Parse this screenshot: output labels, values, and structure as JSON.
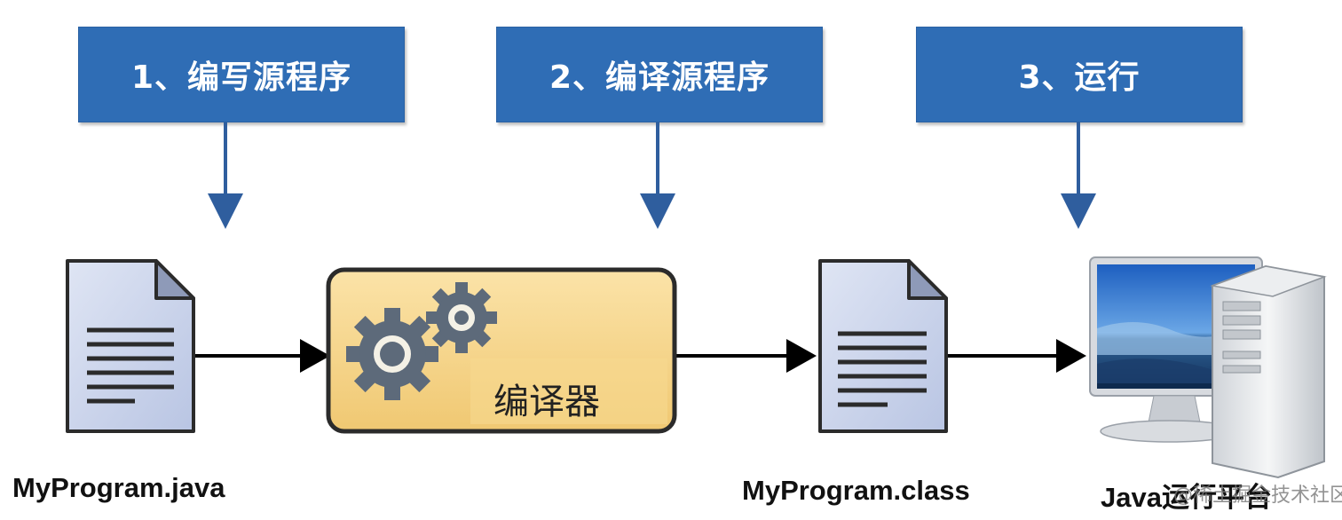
{
  "steps": [
    {
      "label": "1、编写源程序"
    },
    {
      "label": "2、编译源程序"
    },
    {
      "label": "3、运行"
    }
  ],
  "compiler": {
    "label": "编译器"
  },
  "files": {
    "source": "MyProgram.java",
    "bytecode": "MyProgram.class"
  },
  "platform": {
    "label": "Java运行平台"
  },
  "watermark": "@稀土掘金技术社区",
  "colors": {
    "step_box": "#2f6db5",
    "arrow_blue": "#2f5e9e",
    "compiler_fill": "#f5d48a",
    "document_fill": "#c9d3ea",
    "gear": "#5d6a7a"
  }
}
